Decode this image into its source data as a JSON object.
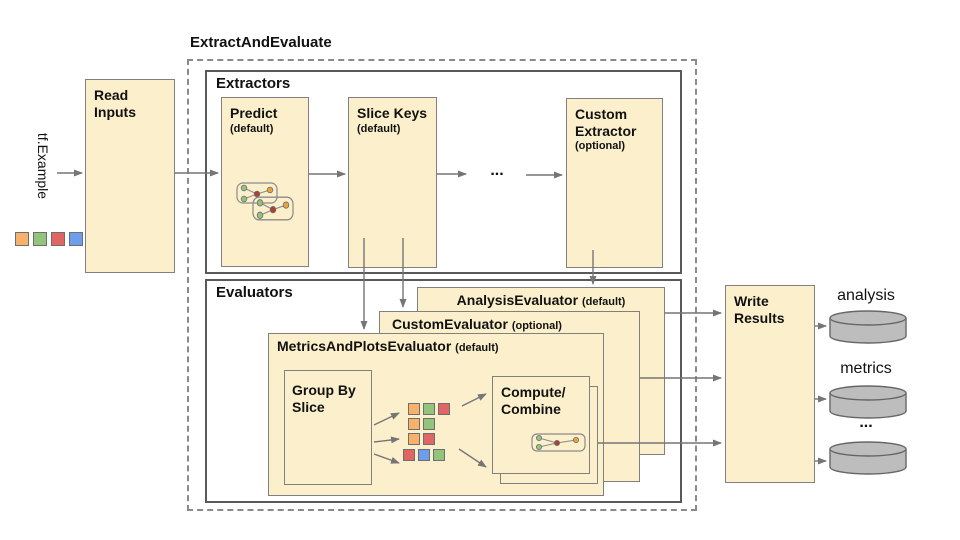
{
  "diagram_title": "ExtractAndEvaluate",
  "input": {
    "label": "tf.Example",
    "legend_squares": [
      "orange",
      "green",
      "red",
      "blue"
    ]
  },
  "read_inputs": {
    "title": "Read Inputs"
  },
  "extractors": {
    "section_label": "Extractors",
    "predict": {
      "title": "Predict",
      "qualifier": "(default)"
    },
    "slice_keys": {
      "title": "Slice Keys",
      "qualifier": "(default)"
    },
    "ellipsis": "...",
    "custom_extractor": {
      "title": "Custom Extractor",
      "qualifier": "(optional)"
    }
  },
  "evaluators": {
    "section_label": "Evaluators",
    "analysis_evaluator": {
      "title": "AnalysisEvaluator",
      "qualifier": "(default)"
    },
    "custom_evaluator": {
      "title": "CustomEvaluator",
      "qualifier": "(optional)"
    },
    "metrics_and_plots_evaluator": {
      "title": "MetricsAndPlotsEvaluator",
      "qualifier": "(default)"
    },
    "group_by_slice": {
      "title": "Group By Slice"
    },
    "compute_combine": {
      "lines": [
        "Compute/",
        "Combine"
      ]
    },
    "slice_grid_rows": [
      [
        "orange",
        "green",
        "red"
      ],
      [
        "orange",
        "green"
      ],
      [
        "orange",
        "red"
      ],
      [
        "red",
        "blue",
        "green"
      ]
    ]
  },
  "write_results": {
    "title": "Write Results"
  },
  "outputs": [
    {
      "label": "analysis"
    },
    {
      "label": "metrics"
    },
    {
      "label": "..."
    }
  ],
  "colors": {
    "box_fill": "#FCF0CC",
    "box_border": "#808080",
    "container_border": "#595959",
    "dashed_border": "#8A8A8A",
    "arrow": "#757575",
    "orange": "#F6B26B",
    "green": "#93C47D",
    "red": "#E06666",
    "blue": "#6D9EEB",
    "dot_green": "#93C47D",
    "dot_red": "#AE4132",
    "dot_yellow": "#E8A33D",
    "cylinder_fill": "#BDBDBD",
    "cylinder_border": "#666666"
  }
}
